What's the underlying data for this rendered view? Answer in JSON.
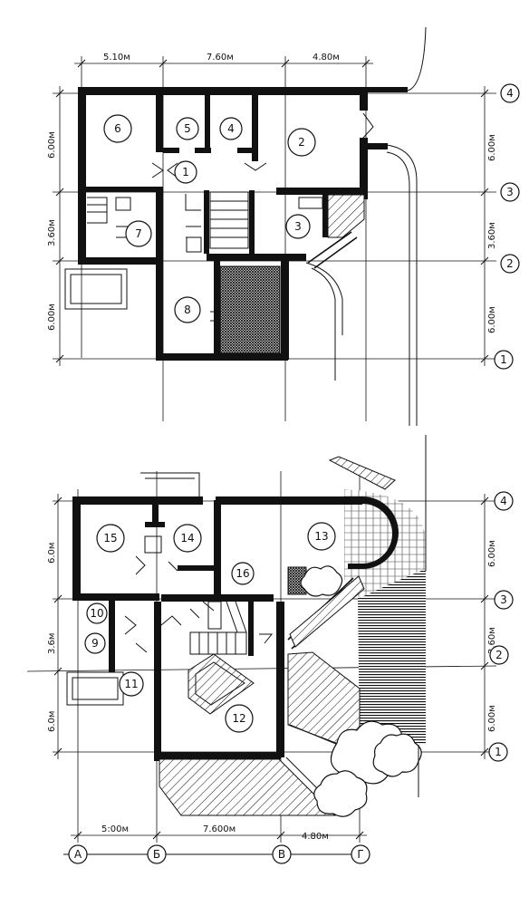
{
  "top_plan": {
    "dims_top": [
      "5.10м",
      "7.60м",
      "4.80м"
    ],
    "dims_left": [
      "6.00м",
      "3.60м",
      "6.00м"
    ],
    "dims_right": [
      "6.00м",
      "3.60м",
      "6.00м"
    ],
    "axes_right": [
      "4",
      "3",
      "2",
      "1"
    ],
    "rooms": [
      "6",
      "5",
      "4",
      "1",
      "2",
      "7",
      "3",
      "8"
    ]
  },
  "bottom_plan": {
    "dims_left": [
      "6.0м",
      "3.6м",
      "6.0м"
    ],
    "dims_right": [
      "6.00м",
      "3.60м",
      "6.00м"
    ],
    "dims_bottom": [
      "5:00м",
      "7.600м",
      "4.80м"
    ],
    "axes_right": [
      "4",
      "3",
      "2",
      "1"
    ],
    "axes_bottom": [
      "А",
      "Б",
      "В",
      "Г"
    ],
    "rooms": [
      "15",
      "14",
      "13",
      "16",
      "10",
      "9",
      "11",
      "12"
    ]
  },
  "colors": {
    "ink": "#111111",
    "paper": "#ffffff"
  }
}
